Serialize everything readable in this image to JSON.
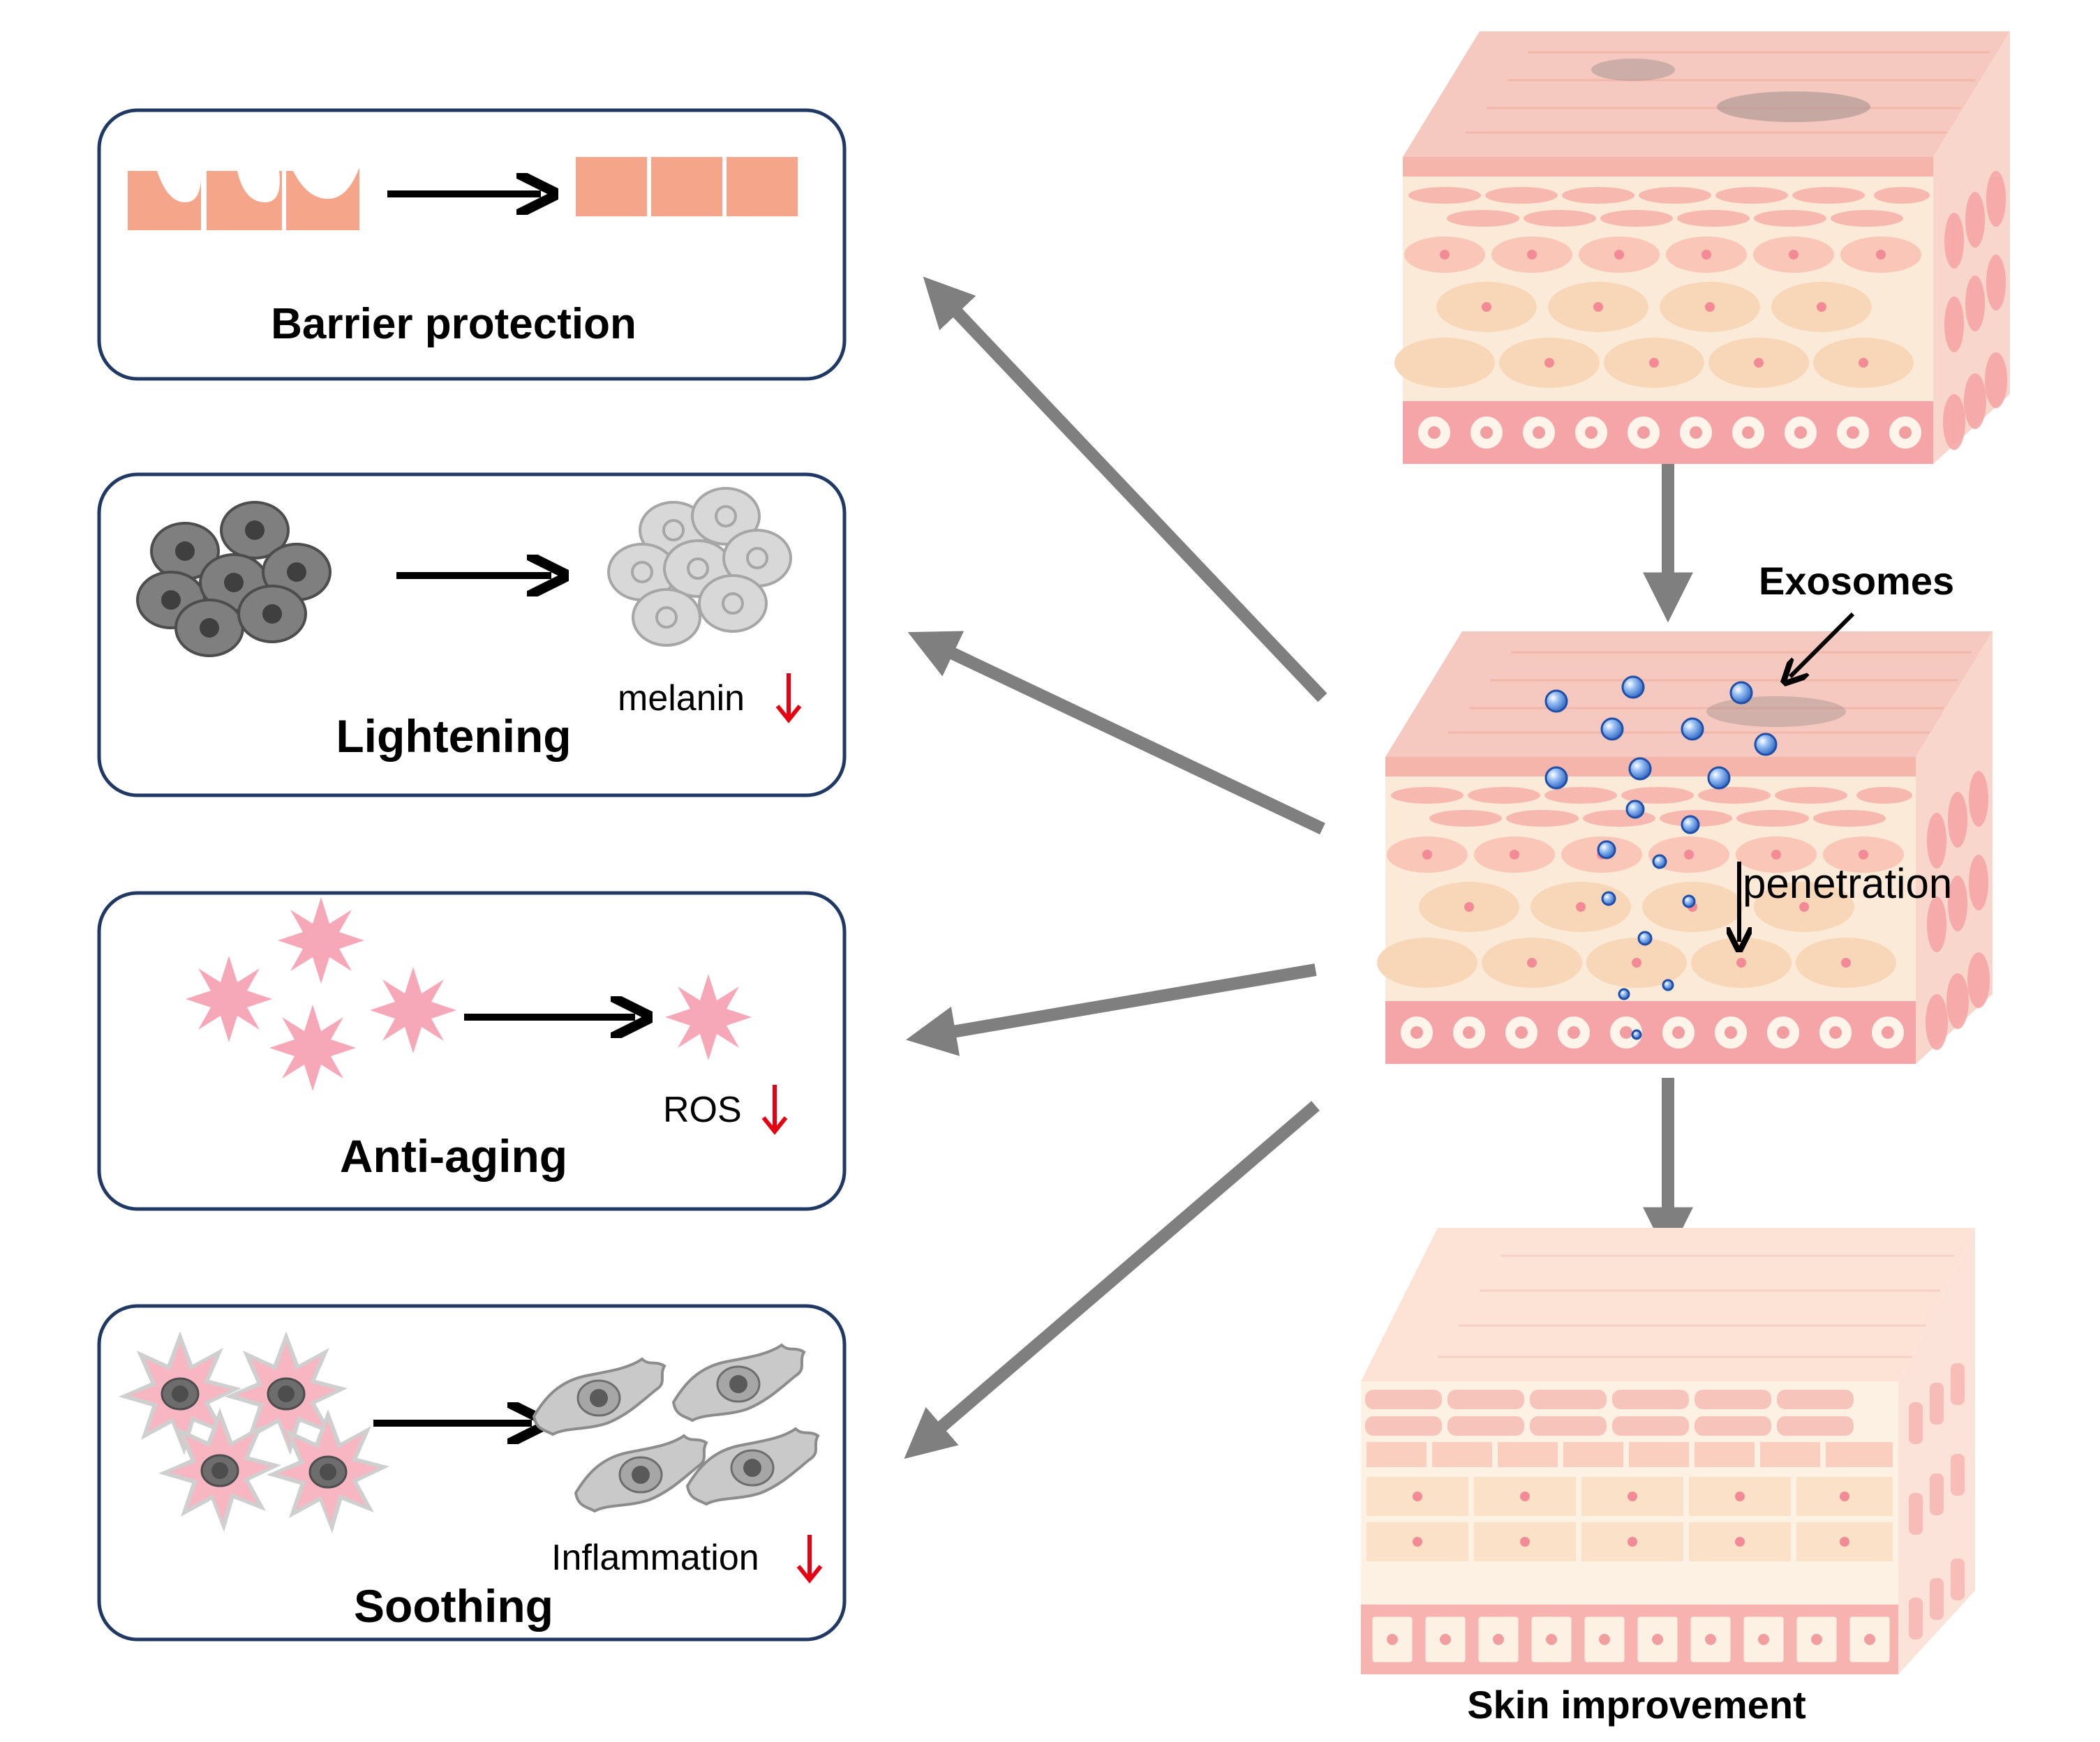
{
  "panels": [
    {
      "title": "Barrier protection",
      "marker": ""
    },
    {
      "title": "Lightening",
      "marker": "melanin"
    },
    {
      "title": "Anti-aging",
      "marker": "ROS"
    },
    {
      "title": "Soothing",
      "marker": "Inflammation"
    }
  ],
  "skin": {
    "exosomes_label": "Exosomes",
    "penetration_label": "penetration",
    "result_label": "Skin improvement"
  },
  "colors": {
    "barrier_cell": "#f4a58a",
    "down_arrow": "#e60012",
    "flow_arrow": "#7f7f7f",
    "panel_border": "#1f3864",
    "exosome": "#3a78d8",
    "dark_cell": "#7f7f7f",
    "light_cell": "#d6d6d6",
    "ros": "#f7a8b8"
  },
  "icons": [
    "down-arrow-icon",
    "right-arrow-icon"
  ]
}
